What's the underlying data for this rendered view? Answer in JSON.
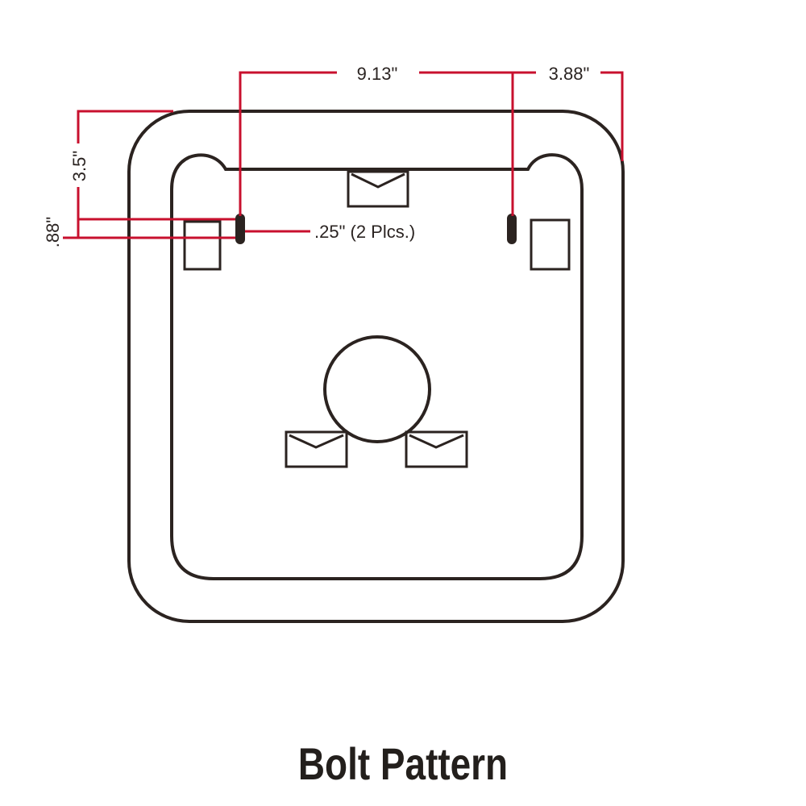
{
  "colors": {
    "outline": "#2b2320",
    "dimension": "#c8102e",
    "background": "#ffffff"
  },
  "dimensions": {
    "width_between_slots": "9.13\"",
    "slot_to_edge": "3.88\"",
    "top_to_slot": "3.5\"",
    "slot_length": ".88\"",
    "slot_width": ".25\" (2 Plcs.)"
  },
  "caption": "Bolt Pattern"
}
